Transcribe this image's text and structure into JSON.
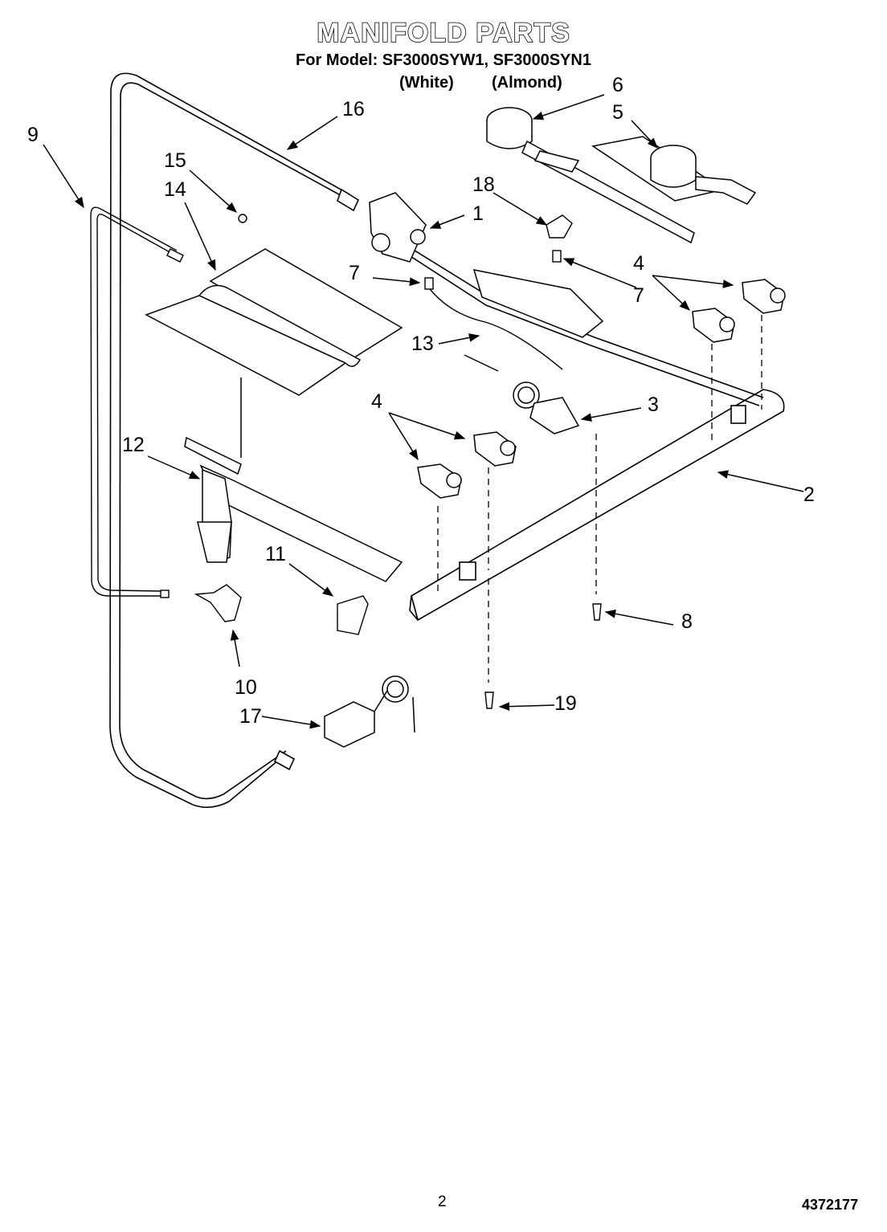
{
  "header": {
    "title": "MANIFOLD PARTS",
    "model_line": "For Model: SF3000SYW1, SF3000SYN1",
    "color_white": "(White)",
    "color_almond": "(Almond)"
  },
  "callouts": {
    "c1": "1",
    "c2": "2",
    "c3": "3",
    "c4a": "4",
    "c4b": "4",
    "c5": "5",
    "c6": "6",
    "c7a": "7",
    "c7b": "7",
    "c8": "8",
    "c9": "9",
    "c10": "10",
    "c11": "11",
    "c12": "12",
    "c13": "13",
    "c14": "14",
    "c15": "15",
    "c16": "16",
    "c17": "17",
    "c18": "18",
    "c19": "19"
  },
  "footer": {
    "page_number": "2",
    "doc_number": "4372177"
  }
}
